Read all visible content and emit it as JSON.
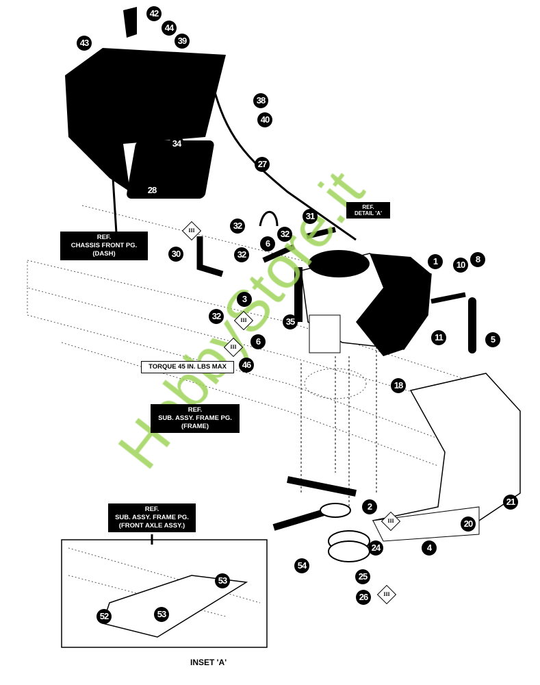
{
  "reference_labels": {
    "chassis": [
      "REF.",
      "CHASSIS FRONT PG.",
      "(DASH)"
    ],
    "detail": [
      "REF.",
      "DETAIL 'A'"
    ],
    "frame": [
      "REF.",
      "SUB. ASSY. FRAME PG.",
      "(FRAME)"
    ],
    "front_axle": [
      "REF.",
      "SUB. ASSY. FRAME PG.",
      "(FRONT AXLE ASSY.)"
    ]
  },
  "torque_note": "TORQUE 45 IN. LBS MAX",
  "inset_title": "INSET 'A'",
  "diamond_symbol": "III",
  "callouts": [
    "42",
    "44",
    "39",
    "43",
    "38",
    "40",
    "34",
    "27",
    "28",
    "32",
    "31",
    "32",
    "6",
    "30",
    "32",
    "1",
    "10",
    "8",
    "3",
    "32",
    "11",
    "5",
    "35",
    "6",
    "46",
    "18",
    "2",
    "21",
    "20",
    "24",
    "4",
    "54",
    "25",
    "26",
    "53",
    "53",
    "52"
  ],
  "watermark": "HobbyStore.it",
  "colors": {
    "ink": "#000000",
    "watermark": "#9fd35a"
  }
}
